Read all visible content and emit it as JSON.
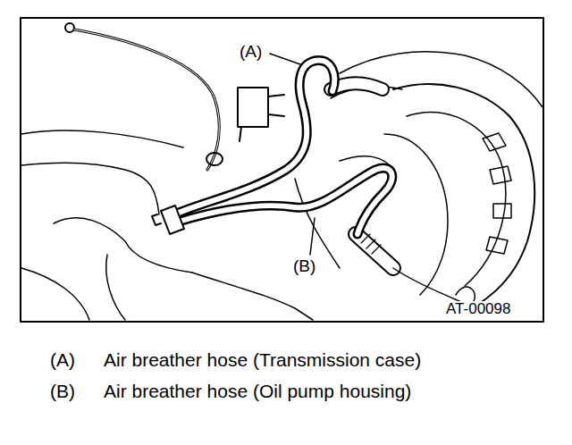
{
  "diagram": {
    "labels": [
      "(A)",
      "(B)",
      "AT-00098",
      "(A)",
      "Air breather hose (Transmission case)",
      "(B)",
      "Air breather hose (Oil pump housing)"
    ]
  }
}
